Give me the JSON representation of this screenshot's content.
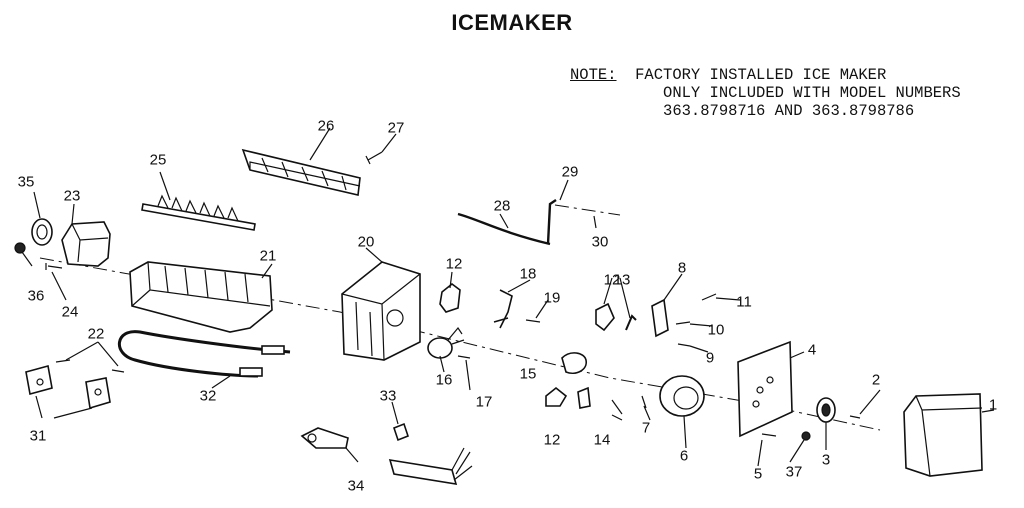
{
  "title": "ICEMAKER",
  "note": {
    "label": "NOTE:",
    "line1": "FACTORY INSTALLED ICE MAKER",
    "line2": "ONLY INCLUDED WITH MODEL NUMBERS",
    "line3": "363.8798716 AND 363.8798786"
  },
  "callouts": [
    "1",
    "2",
    "3",
    "4",
    "5",
    "6",
    "7",
    "8",
    "9",
    "10",
    "11",
    "12",
    "12",
    "12",
    "12",
    "13",
    "14",
    "15",
    "16",
    "17",
    "18",
    "19",
    "20",
    "21",
    "22",
    "23",
    "24",
    "25",
    "26",
    "27",
    "28",
    "29",
    "30",
    "31",
    "32",
    "33",
    "34",
    "35",
    "36",
    "37"
  ]
}
